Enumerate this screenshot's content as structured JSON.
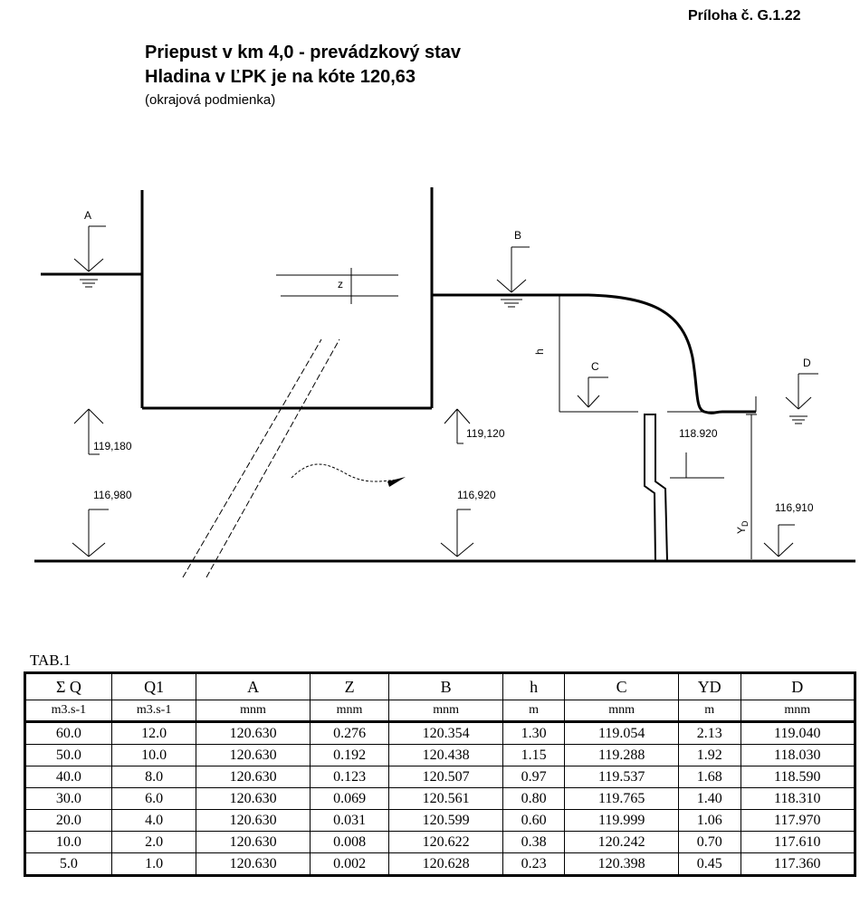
{
  "annex_label": "Príloha č. G.1.22",
  "title_line1": "Priepust v km 4,0 - prevádzkový stav",
  "title_line2": "Hladina v ĽPK je na kóte 120,63",
  "title_line3": "(okrajová podmienka)",
  "diagram": {
    "point_a": "A",
    "point_b": "B",
    "point_c": "C",
    "point_d": "D",
    "label_z": "z",
    "label_h": "h",
    "label_yd": "Y",
    "label_yd_sub": "D",
    "level_119180": "119,180",
    "level_119120": "119,120",
    "level_116980": "116,980",
    "level_116920": "116,920",
    "level_118920": "118.920",
    "level_116910": "116,910"
  },
  "table": {
    "label": "TAB.1",
    "headers": [
      "Σ Q",
      "Q1",
      "A",
      "Z",
      "B",
      "h",
      "C",
      "YD",
      "D"
    ],
    "units": [
      "m3.s-1",
      "m3.s-1",
      "mnm",
      "mnm",
      "mnm",
      "m",
      "mnm",
      "m",
      "mnm"
    ],
    "rows": [
      [
        "60.0",
        "12.0",
        "120.630",
        "0.276",
        "120.354",
        "1.30",
        "119.054",
        "2.13",
        "119.040"
      ],
      [
        "50.0",
        "10.0",
        "120.630",
        "0.192",
        "120.438",
        "1.15",
        "119.288",
        "1.92",
        "118.030"
      ],
      [
        "40.0",
        "8.0",
        "120.630",
        "0.123",
        "120.507",
        "0.97",
        "119.537",
        "1.68",
        "118.590"
      ],
      [
        "30.0",
        "6.0",
        "120.630",
        "0.069",
        "120.561",
        "0.80",
        "119.765",
        "1.40",
        "118.310"
      ],
      [
        "20.0",
        "4.0",
        "120.630",
        "0.031",
        "120.599",
        "0.60",
        "119.999",
        "1.06",
        "117.970"
      ],
      [
        "10.0",
        "2.0",
        "120.630",
        "0.008",
        "120.622",
        "0.38",
        "120.242",
        "0.70",
        "117.610"
      ],
      [
        "5.0",
        "1.0",
        "120.630",
        "0.002",
        "120.628",
        "0.23",
        "120.398",
        "0.45",
        "117.360"
      ]
    ]
  }
}
